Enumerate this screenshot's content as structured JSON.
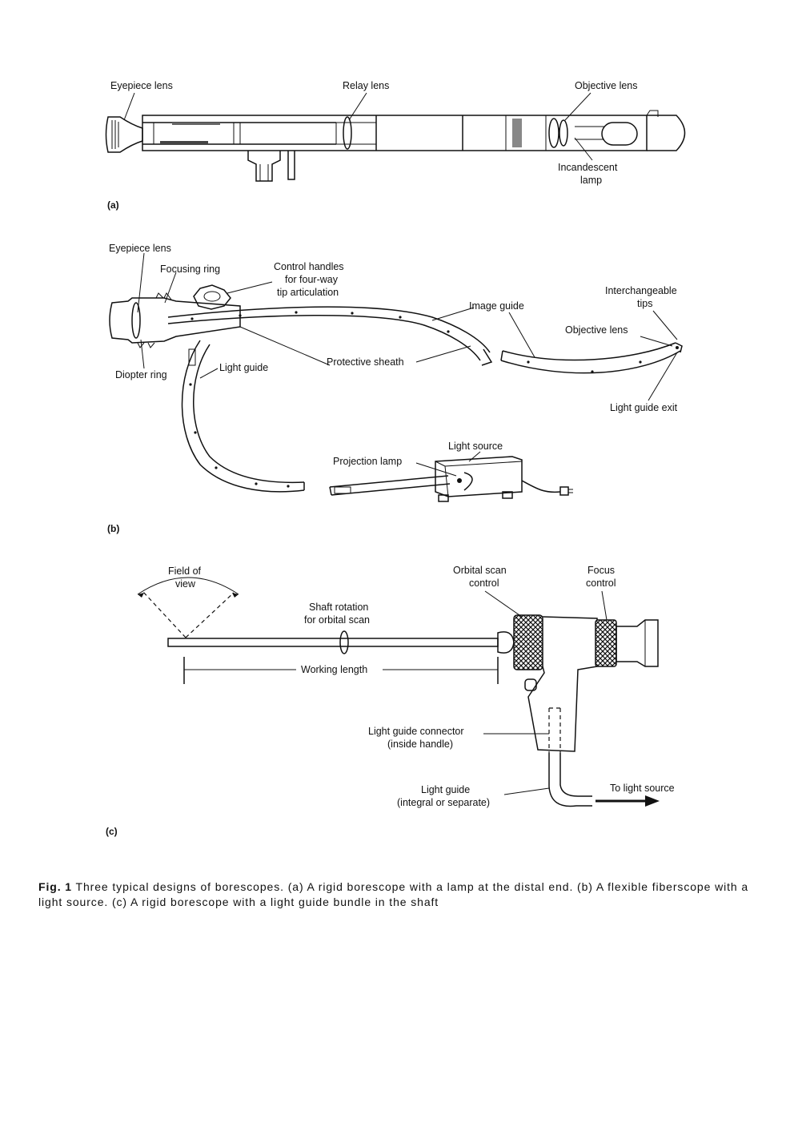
{
  "panel_a": {
    "tag": "(a)",
    "labels": {
      "eyepiece_lens": "Eyepiece lens",
      "relay_lens": "Relay lens",
      "objective_lens": "Objective lens",
      "incandescent_lamp_1": "Incandescent",
      "incandescent_lamp_2": "lamp"
    }
  },
  "panel_b": {
    "tag": "(b)",
    "labels": {
      "eyepiece_lens": "Eyepiece lens",
      "focusing_ring": "Focusing ring",
      "control_handles_1": "Control handles",
      "control_handles_2": "for four-way",
      "control_handles_3": "tip articulation",
      "image_guide": "Image guide",
      "interchangeable_tips_1": "Interchangeable",
      "interchangeable_tips_2": "tips",
      "objective_lens": "Objective lens",
      "protective_sheath": "Protective sheath",
      "light_guide": "Light guide",
      "diopter_ring": "Diopter ring",
      "light_guide_exit": "Light guide exit",
      "light_source": "Light source",
      "projection_lamp": "Projection lamp"
    }
  },
  "panel_c": {
    "tag": "(c)",
    "labels": {
      "field_of_view_1": "Field of",
      "field_of_view_2": "view",
      "orbital_scan_1": "Orbital scan",
      "orbital_scan_2": "control",
      "focus_control_1": "Focus",
      "focus_control_2": "control",
      "shaft_rotation_1": "Shaft rotation",
      "shaft_rotation_2": "for orbital scan",
      "working_length": "Working length",
      "light_guide_connector_1": "Light guide connector",
      "light_guide_connector_2": "(inside handle)",
      "light_guide_1": "Light guide",
      "light_guide_2": "(integral or separate)",
      "to_light_source": "To light source"
    }
  },
  "caption": {
    "fig": "Fig. 1",
    "text": "Three typical designs of borescopes. (a) A rigid borescope with a lamp at the distal end. (b) A flexible fiberscope with a light source. (c) A rigid borescope with a light guide bundle in the shaft"
  }
}
